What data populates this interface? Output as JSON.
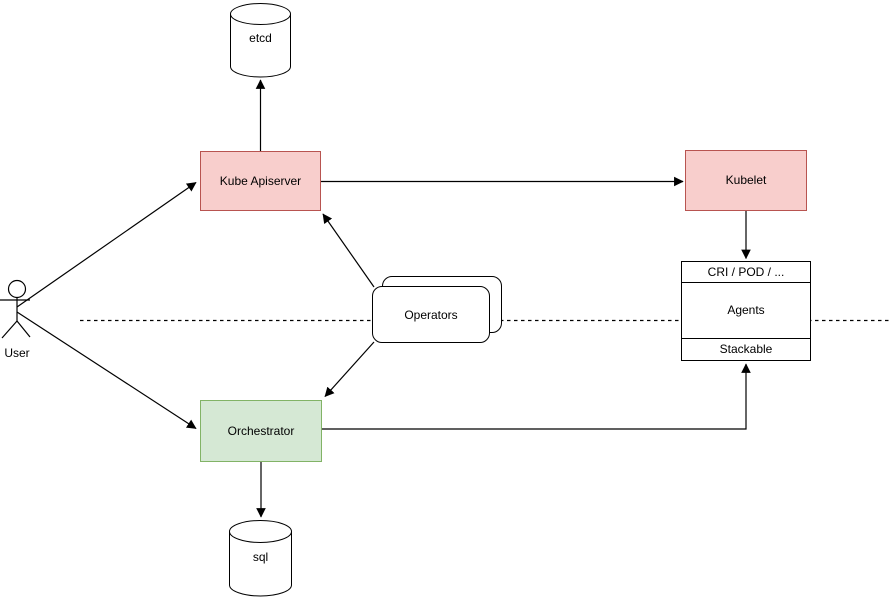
{
  "diagram": {
    "type": "architecture-diagram",
    "nodes": {
      "user": {
        "label": "User",
        "shape": "actor"
      },
      "etcd": {
        "label": "etcd",
        "shape": "cylinder"
      },
      "kube_apiserver": {
        "label": "Kube Apiserver",
        "shape": "rect",
        "fill": "#F8CECC",
        "stroke": "#B85450"
      },
      "kubelet": {
        "label": "Kubelet",
        "shape": "rect",
        "fill": "#F8CECC",
        "stroke": "#B85450"
      },
      "agents_stack": {
        "header": "CRI / POD / ...",
        "body": "Agents",
        "footer": "Stackable",
        "shape": "stacked-rect",
        "fill": "#FFFFFF",
        "stroke": "#000000"
      },
      "operators": {
        "label": "Operators",
        "shape": "stacked-rounded-rect",
        "fill": "#FFFFFF",
        "stroke": "#000000"
      },
      "orchestrator": {
        "label": "Orchestrator",
        "shape": "rect",
        "fill": "#D5E8D4",
        "stroke": "#82B366"
      },
      "sql": {
        "label": "sql",
        "shape": "cylinder"
      }
    },
    "edges": [
      {
        "from": "user",
        "to": "kube_apiserver",
        "style": "solid-arrow"
      },
      {
        "from": "user",
        "to": "orchestrator",
        "style": "solid-arrow"
      },
      {
        "from": "kube_apiserver",
        "to": "etcd",
        "style": "solid-arrow"
      },
      {
        "from": "kube_apiserver",
        "to": "kubelet",
        "style": "solid-arrow"
      },
      {
        "from": "operators",
        "to": "kube_apiserver",
        "style": "solid-arrow"
      },
      {
        "from": "operators",
        "to": "orchestrator",
        "style": "solid-arrow"
      },
      {
        "from": "kubelet",
        "to": "agents_stack",
        "style": "solid-arrow"
      },
      {
        "from": "orchestrator",
        "to": "sql",
        "style": "solid-arrow"
      },
      {
        "from": "orchestrator",
        "to": "agents_stack.footer",
        "style": "solid-arrow-elbow"
      },
      {
        "from": "separator",
        "to": "separator",
        "style": "dashed-line"
      }
    ],
    "colors": {
      "background": "#FFFFFF",
      "line": "#000000",
      "red_fill": "#F8CECC",
      "red_stroke": "#B85450",
      "green_fill": "#D5E8D4",
      "green_stroke": "#82B366"
    }
  }
}
